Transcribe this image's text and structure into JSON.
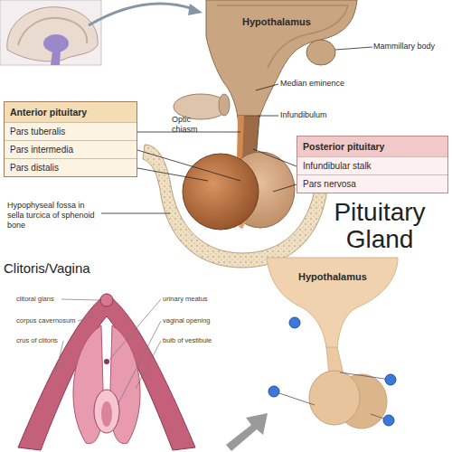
{
  "diagram": {
    "nodes": [
      {
        "text": [
          "Anterior pituitary",
          "Pars tuberalis",
          "Pars intermedia",
          "Pars distalis"
        ]
      },
      {
        "text": [
          "Posterior pituitary",
          "Infundibular stalk",
          "Pars nervosa"
        ]
      }
    ],
    "labels": [
      "Hypothalamus",
      "Mammillary body",
      "Median eminence",
      "Optic chiasm",
      "Infundibulum",
      "Hypophyseal fossa in sella turcica of sphenoid bone",
      "Pituitary Gland",
      "Clitoris/Vagina",
      "clitoral glans",
      "urinary meatus",
      "corpus cavernosum",
      "vaginal opening",
      "crus of clitoris",
      "bulb of vestibule",
      "Hypothalamus"
    ]
  }
}
